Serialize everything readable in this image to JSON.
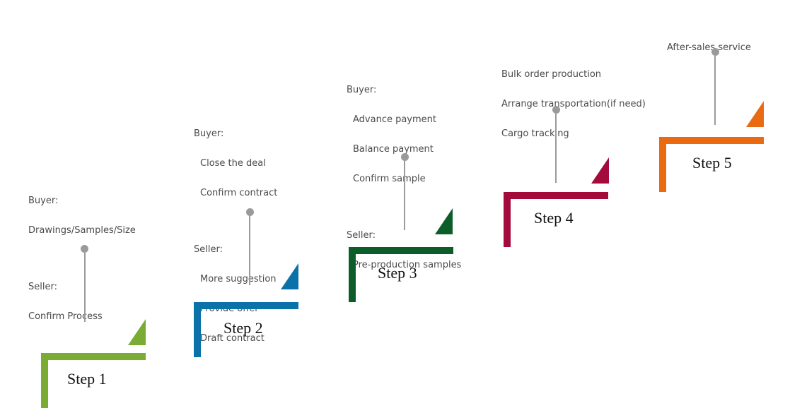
{
  "steps": [
    {
      "label": "Step 1",
      "color": "#7AAB33",
      "text": {
        "buyer_title": "Buyer:",
        "buyer_items": [
          "Drawings/Samples/Size"
        ],
        "seller_title": "Seller:",
        "seller_items": [
          "Confirm Process"
        ]
      }
    },
    {
      "label": "Step 2",
      "color": "#0A72A8",
      "text": {
        "buyer_title": "Buyer:",
        "buyer_items": [
          "Close the deal",
          "Confirm contract"
        ],
        "seller_title": "Seller:",
        "seller_items": [
          "More suggestion",
          "Provide offer",
          "Draft contract"
        ]
      }
    },
    {
      "label": "Step 3",
      "color": "#0D5D2A",
      "text": {
        "buyer_title": "Buyer:",
        "buyer_items": [
          "Advance payment",
          "Balance payment",
          "Confirm sample"
        ],
        "seller_title": "Seller:",
        "seller_items": [
          "Pre-production samples"
        ]
      }
    },
    {
      "label": "Step 4",
      "color": "#A30B3D",
      "text": {
        "lines": [
          "Bulk order production",
          "Arrange transportation(if need)",
          "Cargo tracking"
        ]
      }
    },
    {
      "label": "Step 5",
      "color": "#E96A10",
      "text": {
        "lines": [
          "After-sales service"
        ]
      }
    }
  ]
}
